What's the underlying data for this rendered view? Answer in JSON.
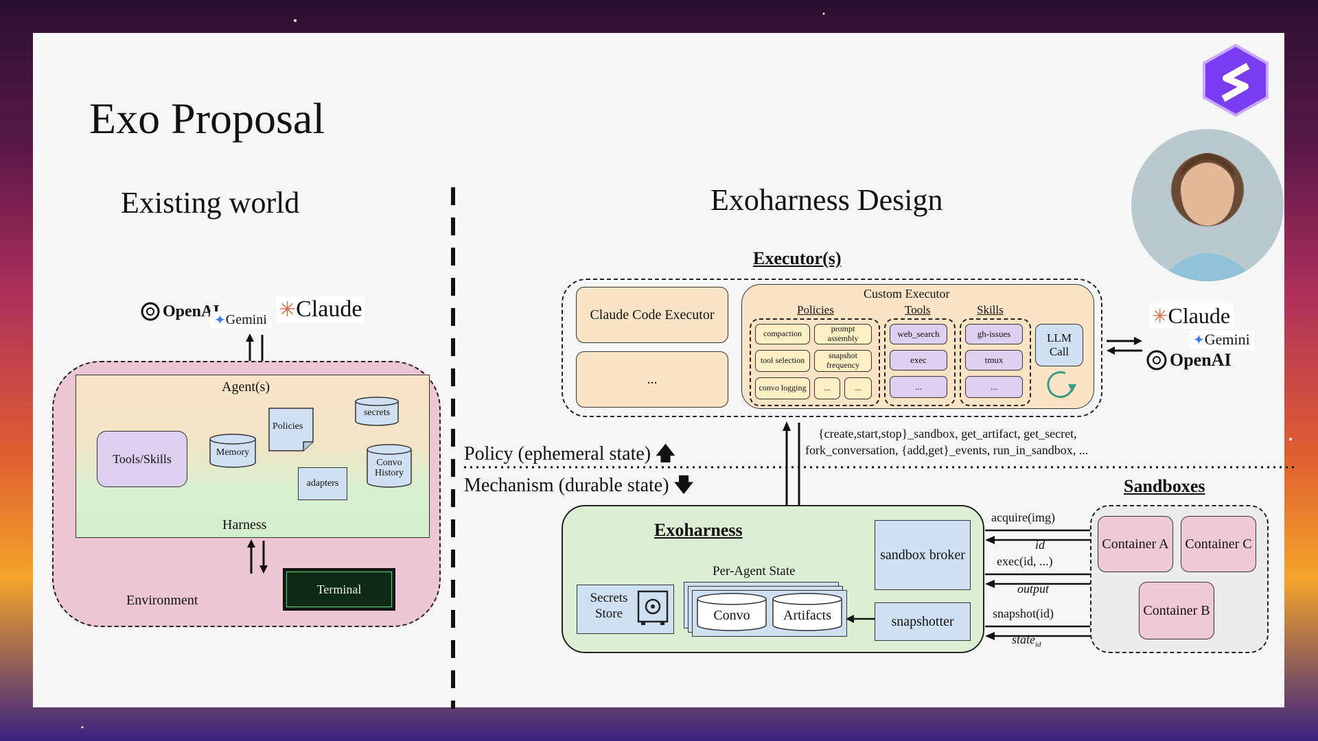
{
  "slide": {
    "title": "Exo Proposal",
    "left_heading": "Existing world",
    "right_heading": "Exoharness Design"
  },
  "existing": {
    "providers": {
      "openai": "OpenAI",
      "gemini": "Gemini",
      "claude": "Claude"
    },
    "agents_label": "Agent(s)",
    "harness_label": "Harness",
    "environment_label": "Environment",
    "tools_skills": "Tools/Skills",
    "memory": "Memory",
    "policies": "Policies",
    "secrets": "secrets",
    "adapters": "adapters",
    "convo_history": "Convo History",
    "terminal": "Terminal"
  },
  "executors": {
    "heading": "Executor(s)",
    "claude_code": "Claude Code Executor",
    "ellipsis": "...",
    "custom": {
      "title": "Custom Executor",
      "policies_label": "Policies",
      "tools_label": "Tools",
      "skills_label": "Skills",
      "policies": [
        "compaction",
        "prompt assembly",
        "tool selection",
        "snapshot frequency",
        "convo logging",
        "...",
        "..."
      ],
      "tools": [
        "web_search",
        "exec",
        "..."
      ],
      "skills": [
        "gh-issues",
        "tmux",
        "..."
      ],
      "llm_call": "LLM Call"
    },
    "providers": {
      "claude": "Claude",
      "gemini": "Gemini",
      "openai": "OpenAI"
    }
  },
  "divider": {
    "policy": "Policy (ephemeral state)",
    "mechanism": "Mechanism (durable state)",
    "api_line1": "{create,start,stop}_sandbox, get_artifact, get_secret,",
    "api_line2": "fork_conversation, {add,get}_events, run_in_sandbox, ..."
  },
  "exoharness": {
    "title": "Exoharness",
    "sandbox_broker": "sandbox broker",
    "per_agent_state": "Per-Agent State",
    "secrets_store": "Secrets Store",
    "convo": "Convo",
    "artifacts": "Artifacts",
    "snapshotter": "snapshotter"
  },
  "arrows": {
    "acquire": "acquire(img)",
    "id": "id",
    "exec": "exec(id, ...)",
    "output": "output",
    "snapshot": "snapshot(id)",
    "state": "state",
    "state_sub": "id"
  },
  "sandboxes": {
    "heading": "Sandboxes",
    "a": "Container A",
    "c": "Container C",
    "b": "Container B"
  },
  "colors": {
    "peach": "#fbe3c6",
    "pink": "#f0c9d6",
    "green": "#dcefd4",
    "blue": "#cfe0f2",
    "lavender": "#dccff0",
    "yellow": "#fdf0c4"
  }
}
